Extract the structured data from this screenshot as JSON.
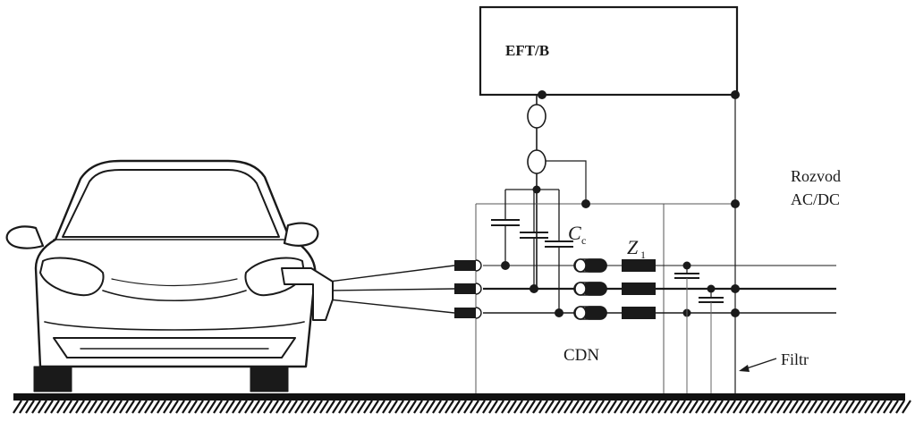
{
  "labels": {
    "generator": "EFT/B",
    "capacitor": "C",
    "capacitor_subscript": "c",
    "impedance": "Z",
    "impedance_subscript": "1",
    "cdn": "CDN",
    "filter": "Filtr",
    "distribution_line1": "Rozvod",
    "distribution_line2": "AC/DC"
  },
  "colors": {
    "line": "#1a1a1a",
    "thin_line": "#666666",
    "ground_fill": "#111111",
    "background": "#ffffff"
  },
  "icons": {
    "vehicle": "car-icon",
    "current_probe": "current-clamp-icon",
    "ground": "ground-hatch-icon"
  }
}
